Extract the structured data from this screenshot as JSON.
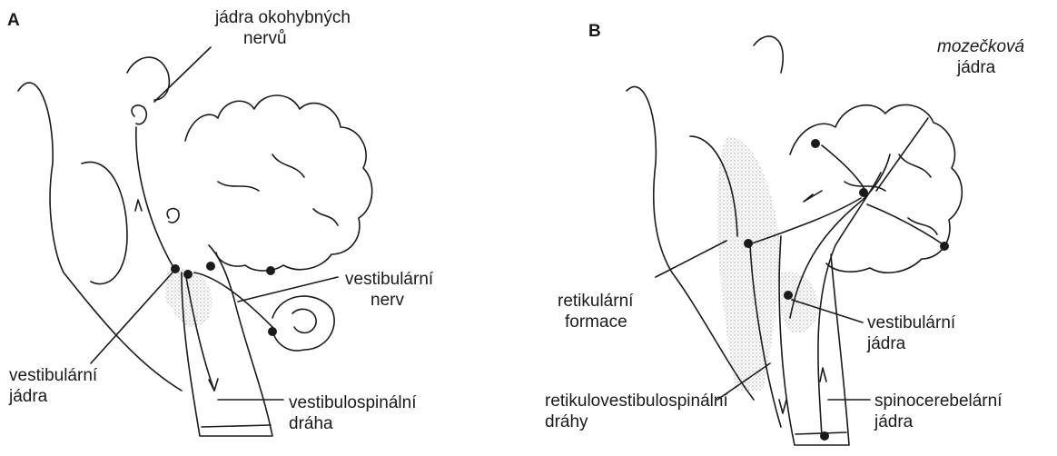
{
  "panels": [
    {
      "letter": "A",
      "labels": {
        "oculomotor_nuclei": [
          "jádra okohybných",
          "nervů"
        ],
        "vestibular_nerve": [
          "vestibulární",
          "nerv"
        ],
        "vestibular_nuclei": [
          "vestibulární",
          "jádra"
        ],
        "vestibulospinal_tract": [
          "vestibulospinální",
          "dráha"
        ]
      }
    },
    {
      "letter": "B",
      "labels": {
        "cerebellar_nuclei": [
          "mozečková",
          "jádra"
        ],
        "reticular_formation": [
          "retikulární",
          "formace"
        ],
        "vestibular_nuclei": [
          "vestibulární",
          "jádra"
        ],
        "reticulovestibulospinal_tracts": [
          "retikulovestibulospinální",
          "dráhy"
        ],
        "spinocerebellar_nuclei": [
          "spinocerebelární",
          "jádra"
        ]
      }
    }
  ],
  "colors": {
    "ink": "#1a1a1a",
    "stipple": "#b8b8b8",
    "paper": "#ffffff"
  }
}
